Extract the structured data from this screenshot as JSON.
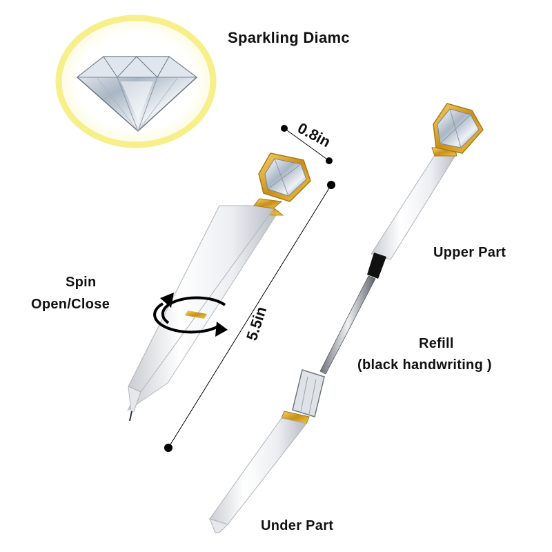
{
  "title": "Sparkling Diamc",
  "annotations": {
    "width": "0.8in",
    "length": "5.5in",
    "spin_line1": "Spin",
    "spin_line2": "Open/Close",
    "upper_part": "Upper Part",
    "refill_line1": "Refill",
    "refill_line2": "(black handwriting )",
    "under_part": "Under Part"
  },
  "colors": {
    "highlight_ring": "#f6ef8a",
    "pen_body": "#f4f5f7",
    "gold": "#d9a520",
    "crystal": "#c7d3e0",
    "text": "#111111"
  },
  "icons": [
    "diamond-icon",
    "rotate-arrows-icon"
  ]
}
